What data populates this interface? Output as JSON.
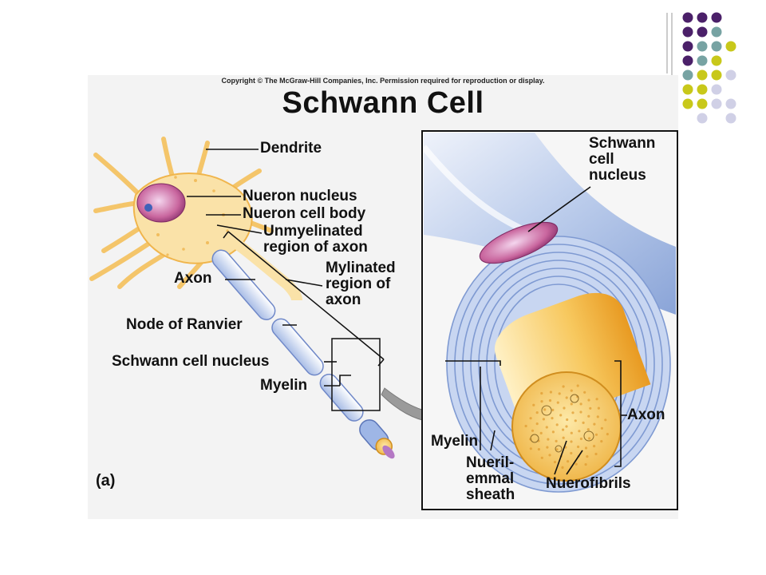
{
  "slide": {
    "dot_colors": {
      "purple": "#4b2069",
      "teal": "#77a3a3",
      "olive": "#c8c81a",
      "lavender": "#d0d0e6"
    }
  },
  "figure": {
    "copyright": "Copyright © The McGraw-Hill Companies, Inc. Permission required for reproduction or display.",
    "title": "Schwann Cell",
    "panel_label": "(a)",
    "labels": {
      "dendrite": "Dendrite",
      "neuron_nucleus": "Nueron nucleus",
      "neuron_cell_body": "Nueron cell body",
      "unmyelinated": "Unmyelinated\nregion of axon",
      "axon_left": "Axon",
      "myelinated": "Mylinated\nregion of\naxon",
      "node_of_ranvier": "Node of Ranvier",
      "schwann_nucleus_left": "Schwann cell nucleus",
      "myelin_left": "Myelin",
      "schwann_nucleus_right": "Schwann\ncell\nnucleus",
      "axon_right": "Axon",
      "myelin_right": "Myelin",
      "neurilemmal_sheath": "Nueril-\nemmal\nsheath",
      "neurofibrils": "Nuerofibrils"
    }
  }
}
